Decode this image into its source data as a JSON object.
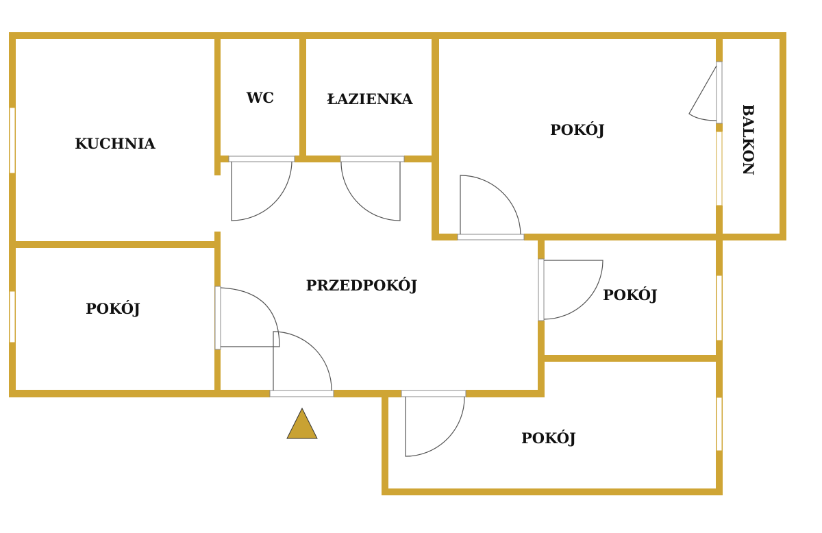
{
  "plan": {
    "rooms": {
      "kitchen": "KUCHNIA",
      "wc": "WC",
      "bathroom": "ŁAZIENKA",
      "room_top_right": "POKÓJ",
      "balcony": "BALKON",
      "room_left": "POKÓJ",
      "hall": "PRZEDPOKÓJ",
      "room_middle_right": "POKÓJ",
      "room_bottom_right": "POKÓJ"
    },
    "colors": {
      "wall": "#cfa535",
      "entrance_marker": "#c9a233"
    },
    "entrance_icon": "triangle-entrance-icon"
  }
}
